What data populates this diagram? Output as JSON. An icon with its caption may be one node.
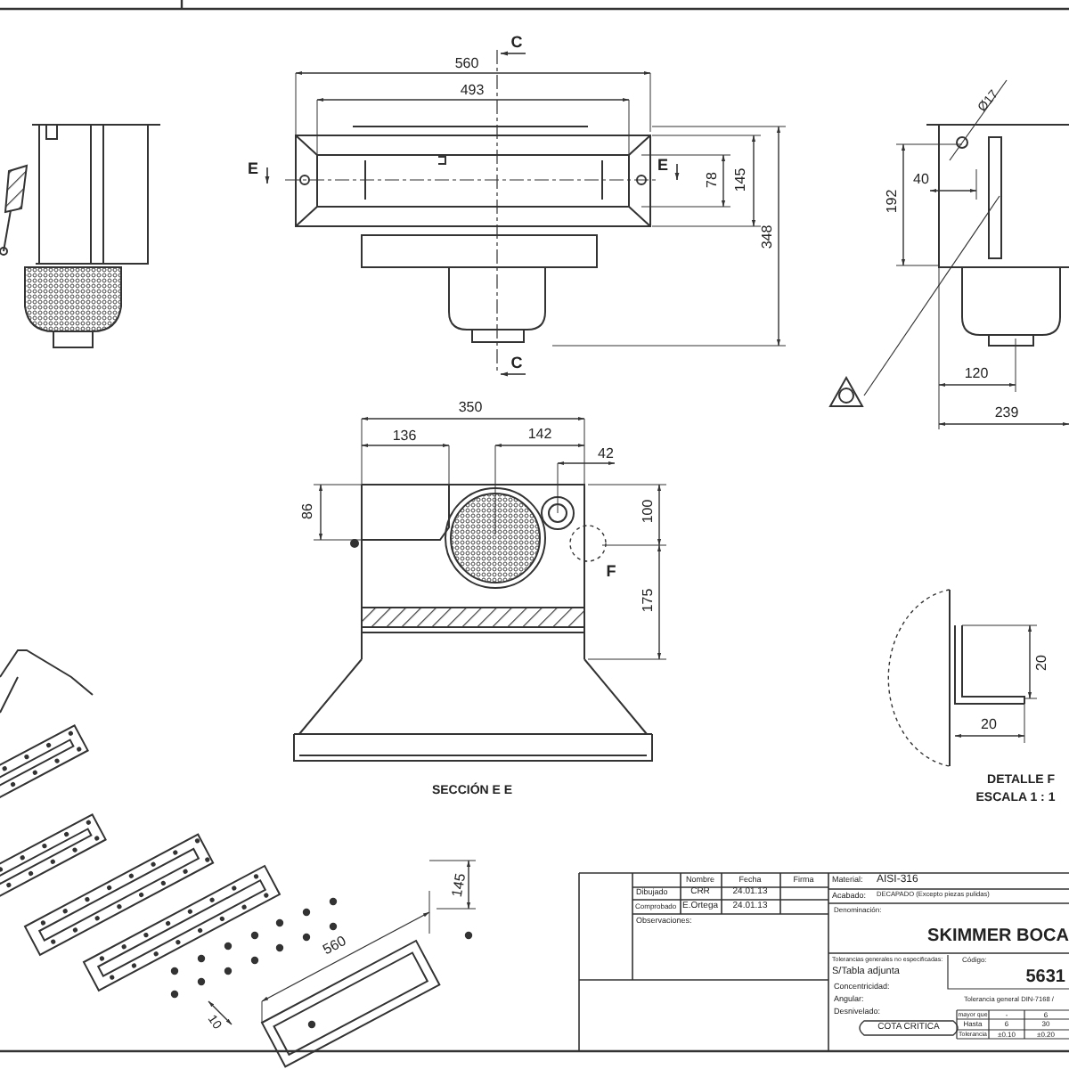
{
  "diagram": {
    "labels": [
      "C",
      "560",
      "493",
      "Ø17",
      "E",
      "E",
      "40",
      "78",
      "145",
      "192",
      "348",
      "C",
      "120",
      "239",
      "350",
      "136",
      "142",
      "42",
      "86",
      "100",
      "F",
      "175",
      "20",
      "20",
      "SECCIÓN E E",
      "DETALLE F",
      "ESCALA 1 : 1",
      "560",
      "145",
      "10",
      "Nombre",
      "Fecha",
      "Firma",
      "Material:",
      "AISI-316",
      "Dibujado",
      "CRR",
      "24.01.13",
      "Acabado:",
      "DECAPADO (Excepto piezas pulidas)",
      "Comprobado",
      "E.Ortega",
      "24.01.13",
      "Denominación:",
      "Observaciones:",
      "SKIMMER BOCA",
      "Tolerancias generales no especificadas:",
      "Código:",
      "S/Tabla adjunta",
      "5631",
      "Concentricidad:",
      "Angular:",
      "Tolerancia general DIN-7168 /",
      "mayor que",
      "-",
      "6",
      "Desnivelado:",
      "COTA CRITICA",
      "Hasta",
      "6",
      "30",
      "Tolerancia",
      "±0.10",
      "±0.20"
    ]
  }
}
